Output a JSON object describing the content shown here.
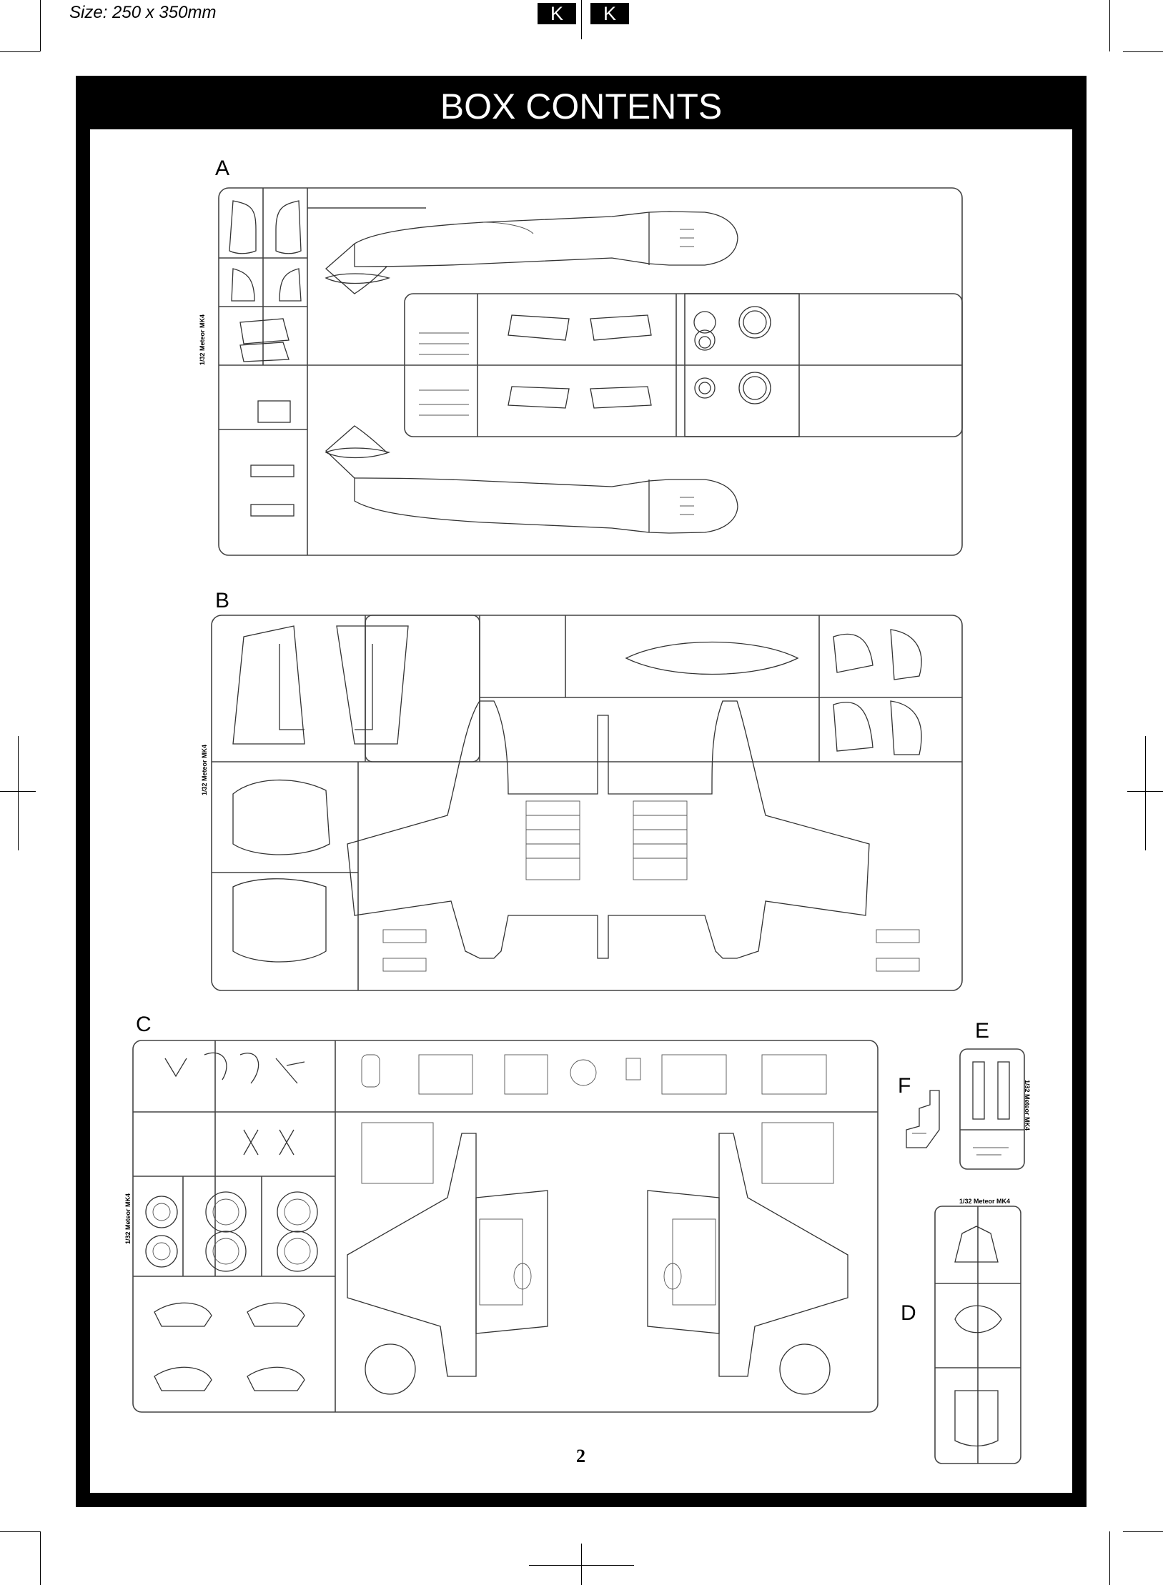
{
  "header": {
    "size_label": "Size: 250 x 350mm",
    "badges": [
      "K",
      "K"
    ]
  },
  "title": "BOX CONTENTS",
  "sprues": [
    {
      "letter": "A",
      "marking": "1/32 Meteor MK4"
    },
    {
      "letter": "B",
      "marking": "1/32 Meteor MK4"
    },
    {
      "letter": "C",
      "marking": "1/32 Meteor MK4"
    },
    {
      "letter": "D",
      "marking": "1/32 Meteor MK4"
    },
    {
      "letter": "E",
      "marking": "1/32 Meteor MK4"
    },
    {
      "letter": "F",
      "marking": ""
    }
  ],
  "page_number": "2"
}
